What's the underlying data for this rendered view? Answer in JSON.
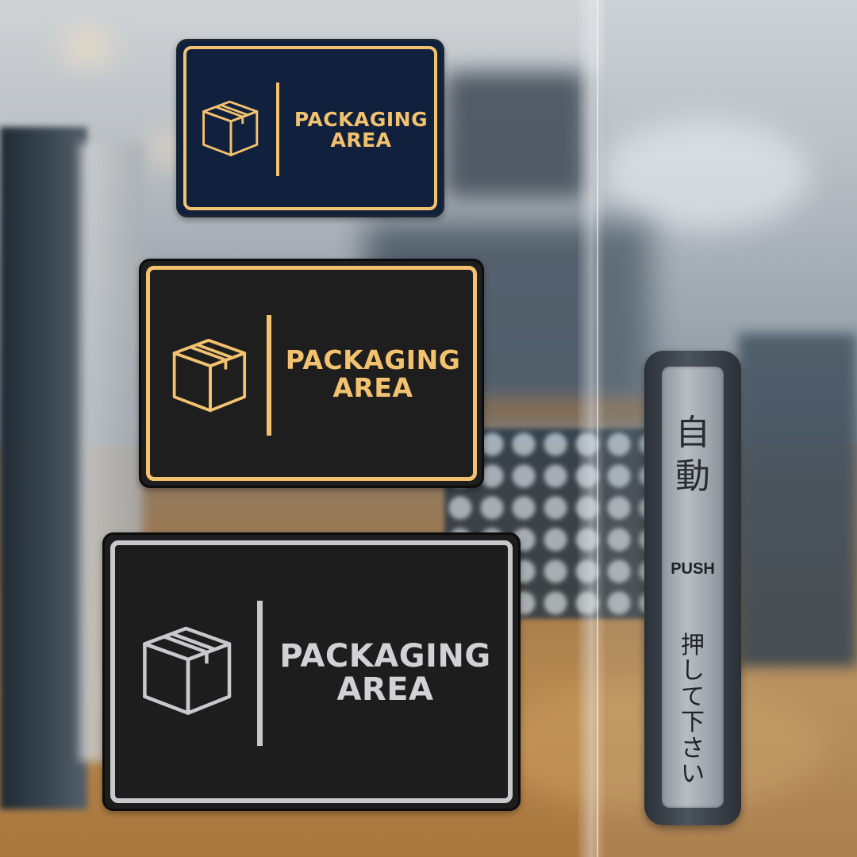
{
  "signs": [
    {
      "line1": "PACKAGING",
      "line2": "AREA",
      "background": "#11203d",
      "accent": "#f3c26f",
      "icon": "box-icon"
    },
    {
      "line1": "PACKAGING",
      "line2": "AREA",
      "background": "#1e1e1f",
      "accent": "#f3c26f",
      "icon": "box-icon"
    },
    {
      "line1": "PACKAGING",
      "line2": "AREA",
      "background": "#1d1d1e",
      "accent": "#c9c9cb",
      "icon": "box-icon"
    }
  ],
  "door_handle": {
    "auto_label_1": "自",
    "auto_label_2": "動",
    "push_label": "PUSH",
    "press_chars": [
      "押",
      "し",
      "て",
      "下",
      "さ",
      "い"
    ]
  }
}
